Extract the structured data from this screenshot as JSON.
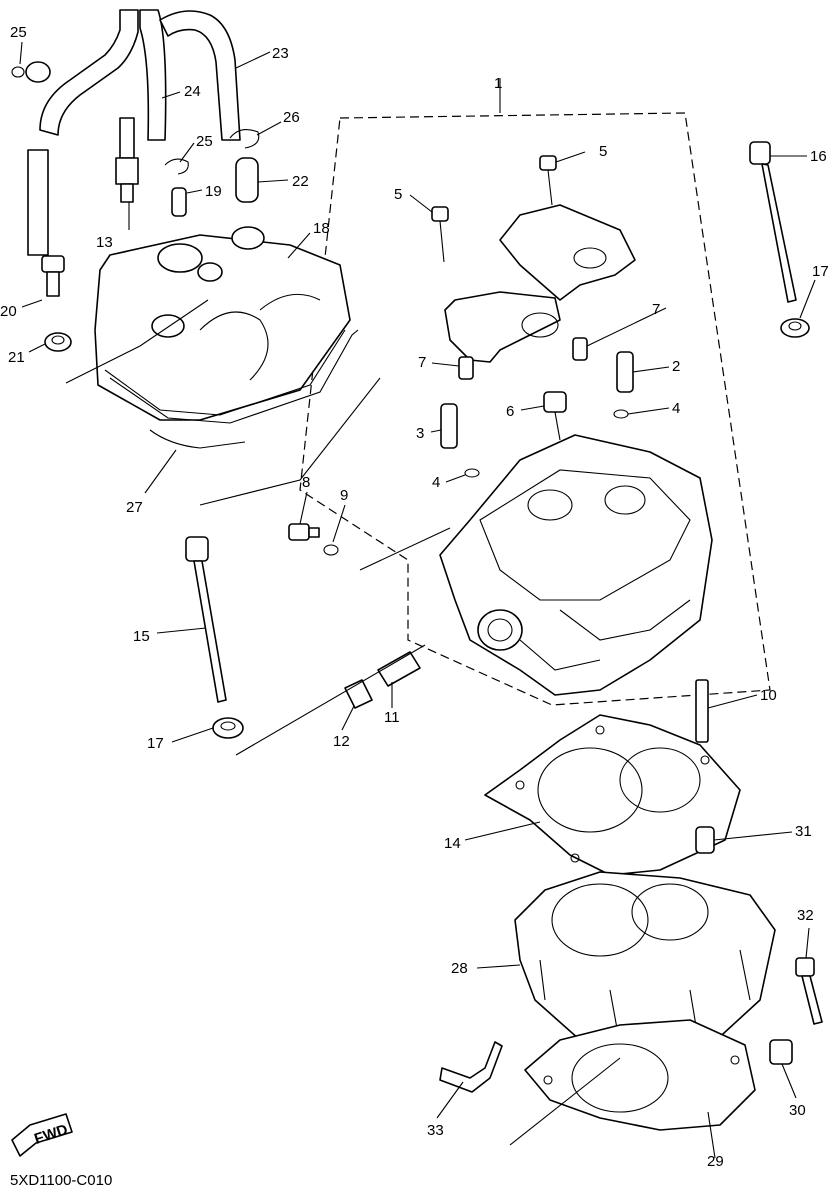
{
  "catalog_code": "5XD1100-C010",
  "fwd_badge": "FWD",
  "callouts": {
    "c1": "1",
    "c2": "2",
    "c3": "3",
    "c4a": "4",
    "c4b": "4",
    "c5a": "5",
    "c5b": "5",
    "c6": "6",
    "c7a": "7",
    "c7b": "7",
    "c8": "8",
    "c9": "9",
    "c10": "10",
    "c11": "11",
    "c12": "12",
    "c13": "13",
    "c14": "14",
    "c15": "15",
    "c16": "16",
    "c17a": "17",
    "c17b": "17",
    "c18": "18",
    "c19": "19",
    "c20": "20",
    "c21": "21",
    "c22": "22",
    "c23": "23",
    "c24": "24",
    "c25a": "25",
    "c25b": "25",
    "c26": "26",
    "c27": "27",
    "c28": "28",
    "c29": "29",
    "c30": "30",
    "c31": "31",
    "c32": "32",
    "c33": "33"
  }
}
